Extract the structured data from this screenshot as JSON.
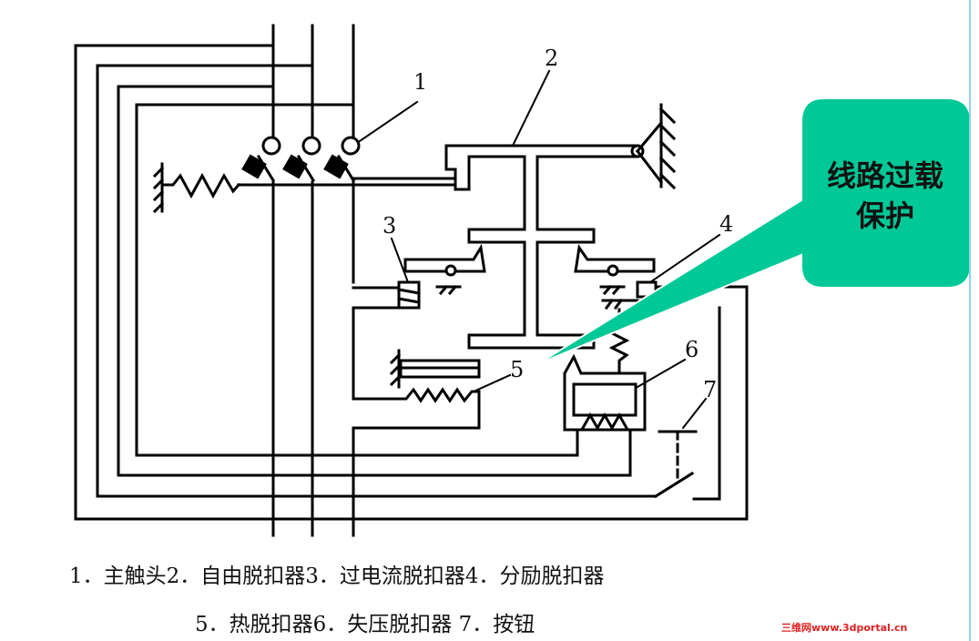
{
  "diagram": {
    "callout_numbers": {
      "n1": "1",
      "n2": "2",
      "n3": "3",
      "n4": "4",
      "n5": "5",
      "n6": "6",
      "n7": "7"
    },
    "bubble": {
      "line1": "线路过载",
      "line2": "保护",
      "fill_color": "#00c896"
    },
    "line_color": "#000000"
  },
  "caption": {
    "line1": "1．主触头2．自由脱扣器3．过电流脱扣器4．分励脱扣器",
    "line2": "5．热脱扣器6．失压脱扣器 7．按钮"
  },
  "watermark": {
    "text": "三维网www.3dportal.cn",
    "color": "#e02020"
  },
  "page": {
    "edge_color": "#8fd0e8"
  }
}
